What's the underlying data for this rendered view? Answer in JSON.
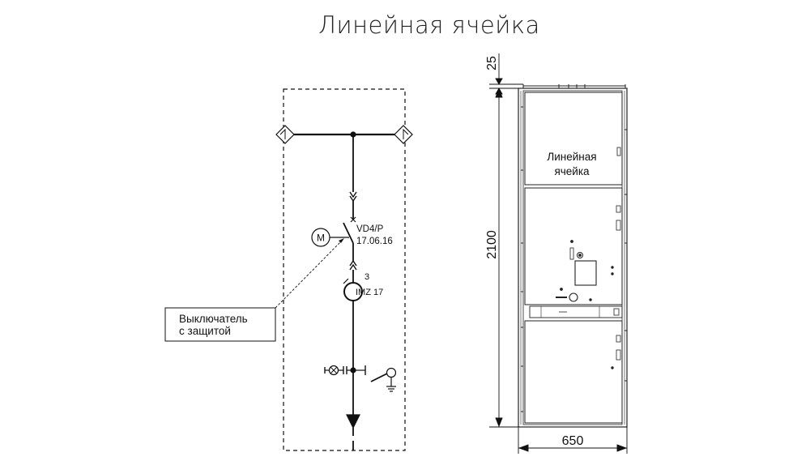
{
  "title": "Линейная ячейка",
  "schematic": {
    "breaker_label": "VD4/P",
    "breaker_code": "17.06.16",
    "motor_symbol": "M",
    "relay_number": "3",
    "relay_label": "IMZ 17",
    "callout_line1": "Выключатель",
    "callout_line2": "с защитой"
  },
  "cabinet": {
    "panel_label_line1": "Линейная",
    "panel_label_line2": "ячейка",
    "dim_top": "25",
    "dim_height": "2100",
    "dim_width": "650"
  }
}
